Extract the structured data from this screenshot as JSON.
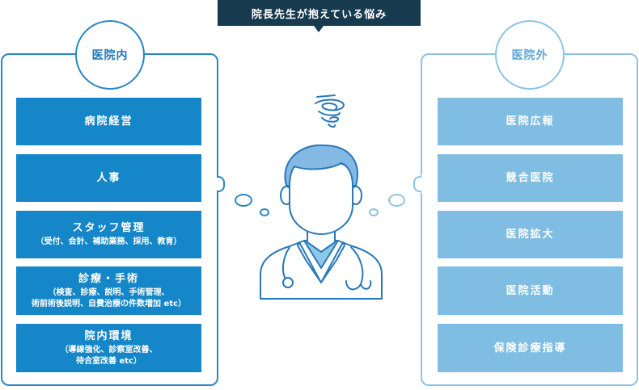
{
  "banner": {
    "title": "院長先生が抱えている悩み"
  },
  "inside": {
    "heading": "医院内",
    "items": [
      {
        "label": "病院経営",
        "sub": ""
      },
      {
        "label": "人事",
        "sub": ""
      },
      {
        "label": "スタッフ管理",
        "sub": "（受付、会計、補助業務、採用、教育）"
      },
      {
        "label": "診療・手術",
        "sub": "（検査、診療、説明、手術管理、\n術前術後説明、自費治療の件数増加 etc）"
      },
      {
        "label": "院内環境",
        "sub": "（導線強化、診察室改善、\n待合室改善 etc）"
      }
    ]
  },
  "outside": {
    "heading": "医院外",
    "items": [
      {
        "label": "医院広報"
      },
      {
        "label": "競合医院"
      },
      {
        "label": "医院拡大"
      },
      {
        "label": "医院活動"
      },
      {
        "label": "保険診療指導"
      }
    ]
  },
  "figure": {
    "icon": "worried-doctor-icon",
    "spiral_icon": "worry-spiral-icon"
  },
  "colors": {
    "banner": "#173a4f",
    "inside_accent": "#1586c7",
    "outside_accent": "#80bde2",
    "doctor_hair": "#83b9e2",
    "doctor_line": "#2a78b8"
  }
}
